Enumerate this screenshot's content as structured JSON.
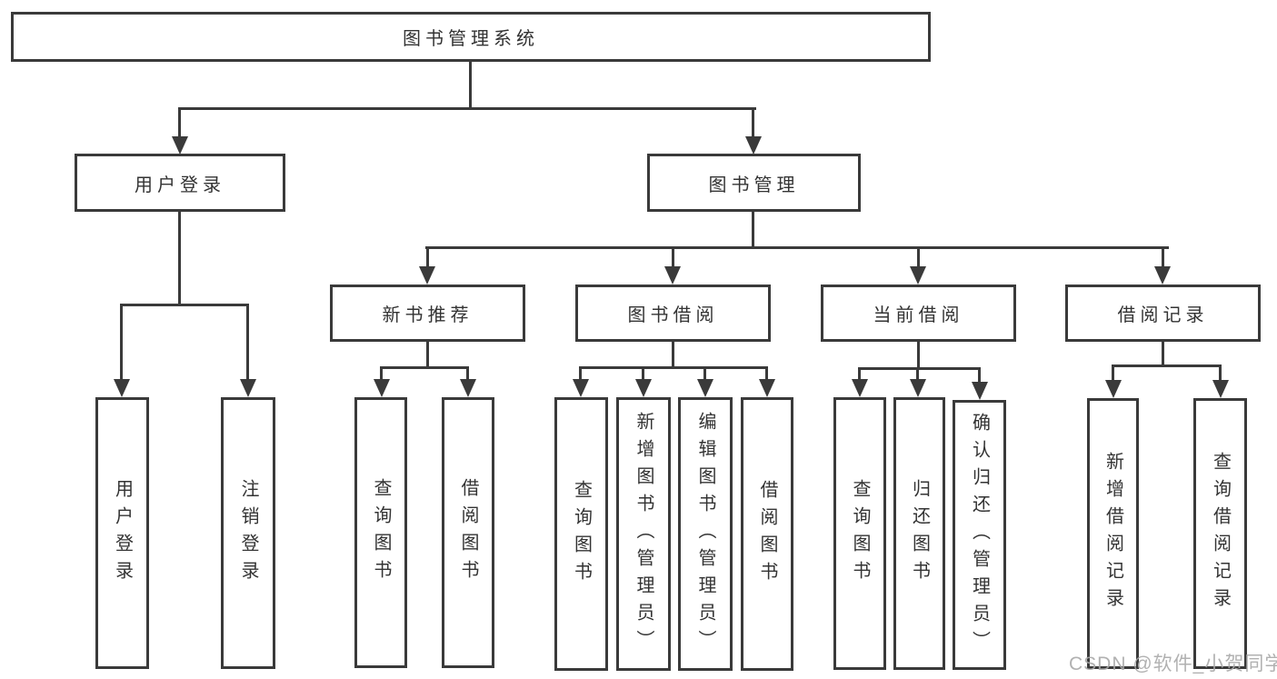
{
  "tree": {
    "root": "图书管理系统",
    "level2": {
      "user_login": "用户登录",
      "book_mgmt": "图书管理"
    },
    "level3": {
      "new_book": "新书推荐",
      "book_borrow": "图书借阅",
      "current_borrow": "当前借阅",
      "borrow_record": "借阅记录"
    },
    "leaves": {
      "user_login": [
        "用户登录",
        "注销登录"
      ],
      "new_book": [
        "查询图书",
        "借阅图书"
      ],
      "book_borrow": [
        "查询图书",
        "新增图书（管理员）",
        "编辑图书（管理员）",
        "借阅图书"
      ],
      "current_borrow": [
        "查询图书",
        "归还图书",
        "确认归还（管理员）"
      ],
      "borrow_record": [
        "新增借阅记录",
        "查询借阅记录"
      ]
    }
  },
  "watermark": "CSDN @软件_小贺同学",
  "colors": {
    "line": "#3a3a3a",
    "text": "#333333",
    "background": "#ffffff",
    "watermark": "#a8a8a8"
  }
}
